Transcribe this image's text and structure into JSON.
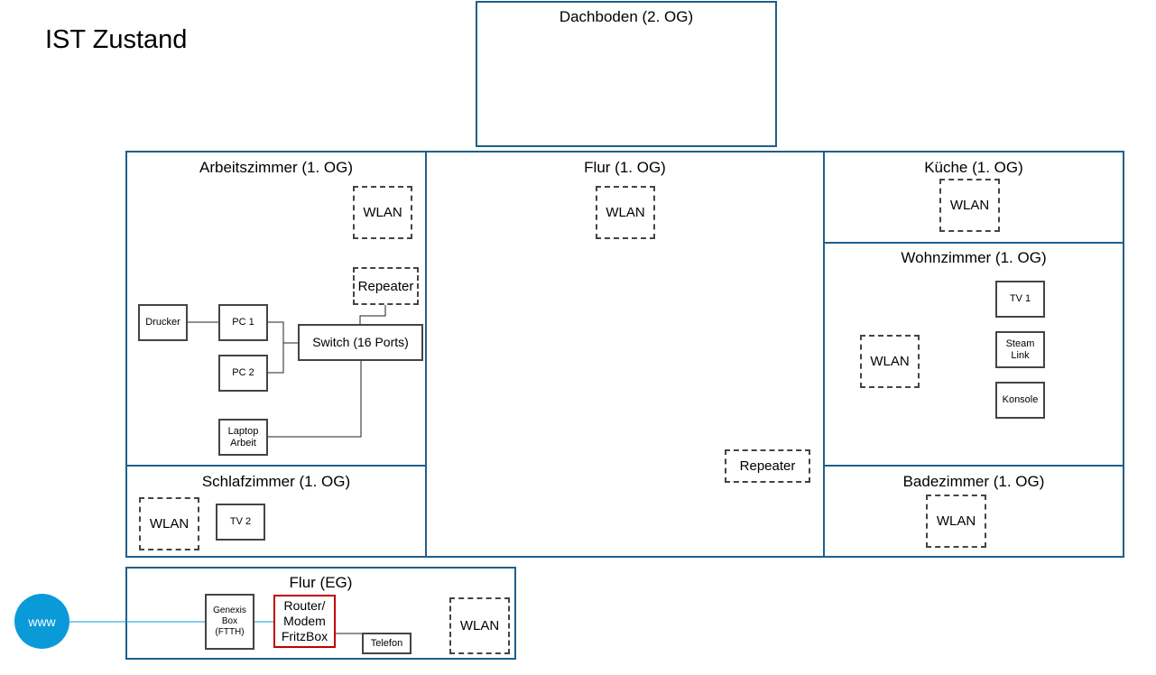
{
  "page": {
    "title": "IST Zustand"
  },
  "rooms": {
    "attic": "Dachboden (2. OG)",
    "office": "Arbeitszimmer (1. OG)",
    "hall1": "Flur (1. OG)",
    "kitchen": "Küche (1. OG)",
    "living": "Wohnzimmer (1. OG)",
    "bedroom": "Schlafzimmer (1. OG)",
    "bath": "Badezimmer (1. OG)",
    "hall0": "Flur (EG)"
  },
  "devices": {
    "wlan": "WLAN",
    "repeater": "Repeater",
    "drucker": "Drucker",
    "pc1": "PC 1",
    "pc2": "PC 2",
    "switch": "Switch (16 Ports)",
    "laptop": "Laptop\nArbeit",
    "tv1": "TV 1",
    "steam": "Steam\nLink",
    "konsole": "Konsole",
    "tv2": "TV 2",
    "genexis": "Genexis\nBox\n(FTTH)",
    "router": "Router/\nModem\nFritzBox",
    "telefon": "Telefon",
    "www": "www"
  },
  "colors": {
    "room_border": "#1f5f8b",
    "internet": "#0a9ad8",
    "router_border": "#c00000"
  }
}
